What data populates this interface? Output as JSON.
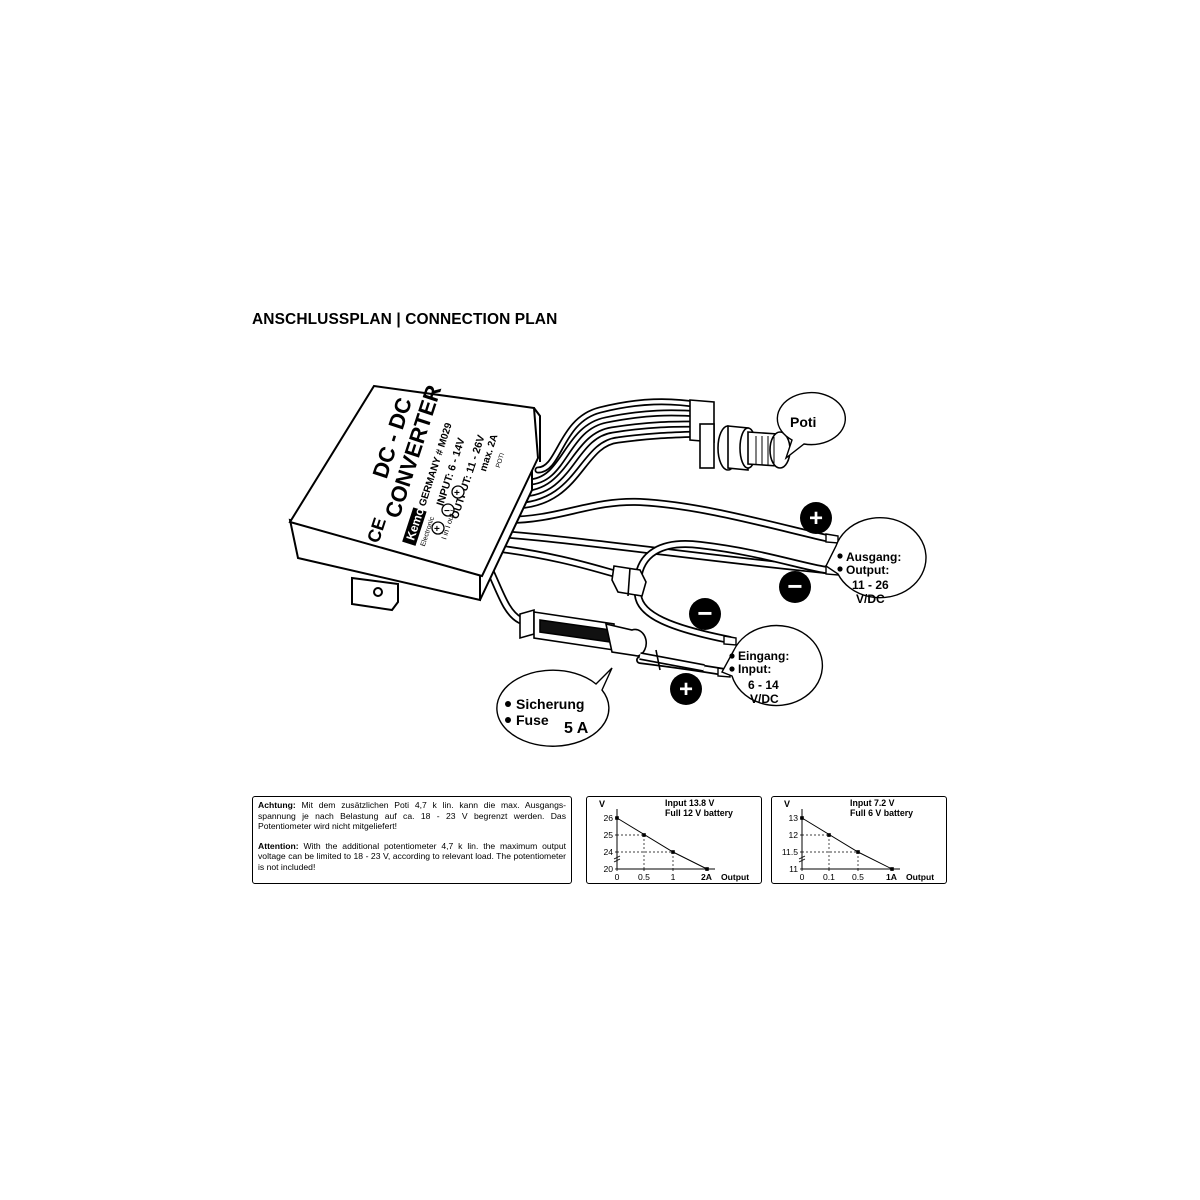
{
  "page_title": "ANSCHLUSSPLAN | CONNECTION PLAN",
  "device": {
    "line1": "DC - DC",
    "line2": "CONVERTER",
    "brand": "Kemo",
    "brand_sub": "Electronic",
    "origin": "GERMANY # M029",
    "input_spec": "INPUT: 6 - 14V",
    "output_spec": "OUTPUT: 11 - 26V",
    "max_current": "max. 2A",
    "poti_mark": "POTI",
    "ce_mark": "CE",
    "terminal_plus_1": "+",
    "terminal_minus": "−",
    "terminal_plus_2": "+",
    "io_mark": "I in I out I"
  },
  "callouts": {
    "poti": "Poti",
    "output_de": "Ausgang:",
    "output_en": "Output:",
    "output_range": "11 - 26",
    "output_unit": "V/DC",
    "input_de": "Eingang:",
    "input_en": "Input:",
    "input_range": "6 - 14",
    "input_unit": "V/DC",
    "fuse_de": "Sicherung",
    "fuse_en": "Fuse",
    "fuse_value": "5 A",
    "plus": "+",
    "minus": "−"
  },
  "note": {
    "de_head": "Achtung:",
    "de_body": "Mit dem zusätzlichen Poti 4,7 k lin. kann die max. Ausgangs-spannung je nach Belastung auf ca. 18 - 23 V begrenzt werden. Das Potentiometer wird nicht mitgeliefert!",
    "en_head": "Attention:",
    "en_body": "With the additional potentiometer 4,7 k lin. the maximum output voltage can be limited to 18 - 23 V, according to relevant load. The potentiometer is not included!"
  },
  "chart_data": [
    {
      "type": "line",
      "title_lines": [
        "Input 13.8 V",
        "Full 12 V battery"
      ],
      "ylabel": "V",
      "xlabel": "Output",
      "x": [
        0,
        1,
        2
      ],
      "y": [
        26,
        24,
        20
      ],
      "marked_points": [
        {
          "x": 0.5,
          "y": 25
        },
        {
          "x": 1,
          "y": 24
        }
      ],
      "xticks": [
        "0",
        "0.5",
        "1",
        "2A"
      ],
      "xtick_values": [
        0,
        0.5,
        1,
        2
      ],
      "yticks": [
        "26",
        "25",
        "24",
        "20"
      ],
      "ytick_values": [
        26,
        25,
        24,
        20
      ],
      "xlim": [
        0,
        2
      ],
      "ylim": [
        20,
        26
      ],
      "axis_break": true,
      "guides": "dashed"
    },
    {
      "type": "line",
      "title_lines": [
        "Input 7.2 V",
        "Full 6 V battery"
      ],
      "ylabel": "V",
      "xlabel": "Output",
      "x": [
        0,
        0.5,
        1
      ],
      "y": [
        13,
        11.5,
        11
      ],
      "marked_points": [
        {
          "x": 0.1,
          "y": 12
        },
        {
          "x": 0.5,
          "y": 11.5
        }
      ],
      "xticks": [
        "0",
        "0.1",
        "0.5",
        "1A"
      ],
      "xtick_values": [
        0,
        0.1,
        0.5,
        1
      ],
      "yticks": [
        "13",
        "12",
        "11.5",
        "11"
      ],
      "ytick_values": [
        13,
        12,
        11.5,
        11
      ],
      "xlim": [
        0,
        1
      ],
      "ylim": [
        11,
        13
      ],
      "axis_break": true,
      "guides": "dashed"
    }
  ]
}
